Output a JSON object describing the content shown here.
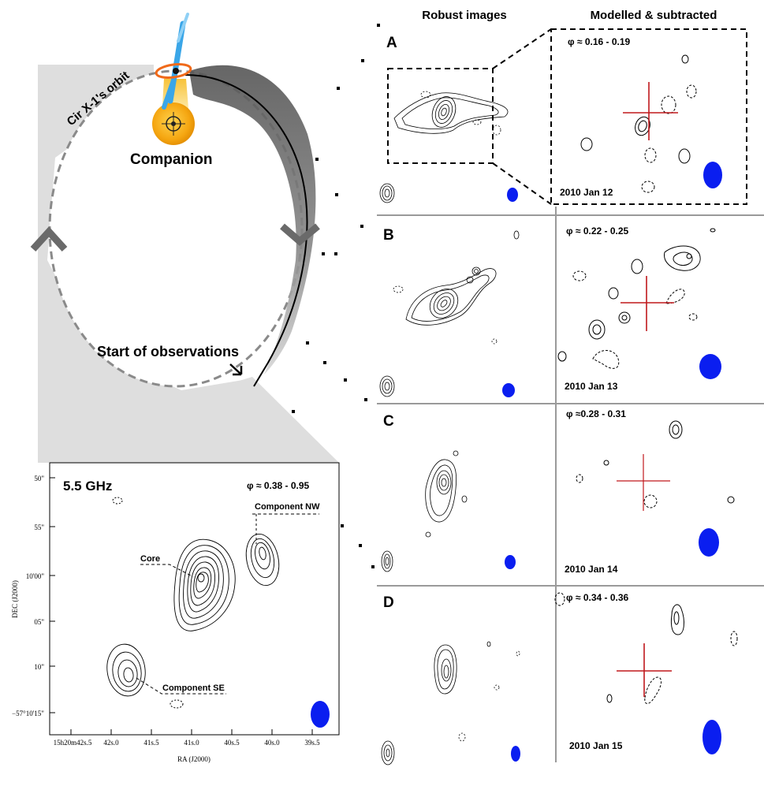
{
  "headers": {
    "robust": "Robust images",
    "modelled": "Modelled & subtracted"
  },
  "orbit": {
    "orbit_label": "Cir X-1's orbit",
    "companion_label": "Companion",
    "start_label": "Start of observations"
  },
  "inset": {
    "frequency": "5.5 GHz",
    "phase": "φ ≈ 0.38 - 0.95",
    "core_label": "Core",
    "nw_label": "Component NW",
    "se_label": "Component SE",
    "ylabel": "DEC (J2000)",
    "xlabel": "RA (J2000)",
    "yticks": [
      "50\"",
      "55\"",
      "10'00\"",
      "05\"",
      "10\"",
      "−57°10'15\""
    ],
    "xticks": [
      "15h20m42s.5",
      "42s.0",
      "41s.5",
      "41s.0",
      "40s.5",
      "40s.0",
      "39s.5"
    ]
  },
  "panels": [
    {
      "letter": "A",
      "phase": "φ ≈ 0.16 - 0.19",
      "date": "2010 Jan 12"
    },
    {
      "letter": "B",
      "phase": "φ ≈ 0.22 - 0.25",
      "date": "2010 Jan 13"
    },
    {
      "letter": "C",
      "phase": "φ ≈0.28 - 0.31",
      "date": "2010 Jan 14"
    },
    {
      "letter": "D",
      "phase": "φ ≈ 0.34 - 0.36",
      "date": "2010 Jan 15"
    }
  ],
  "colors": {
    "beam": "#0a1ef0",
    "cross": "#c0181c",
    "divider": "#9a9a9a",
    "shade": "#dcdcdc",
    "trail": "#6e6e6e",
    "companion": "#f5b21a",
    "jet": "#3aa6e8"
  }
}
